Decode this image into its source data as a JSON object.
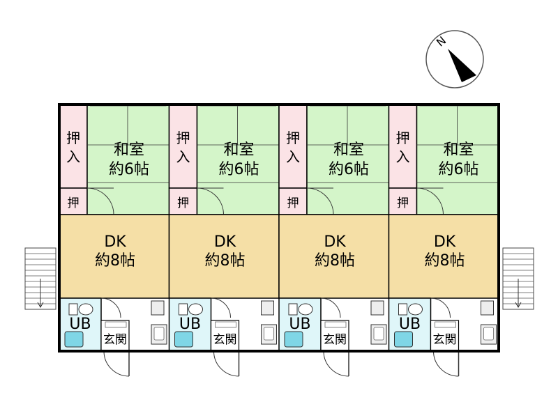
{
  "compass": {
    "label": "N",
    "icon": "north-arrow-icon"
  },
  "units": [
    {
      "tatami_label": "和室",
      "tatami_size": "約6帖",
      "closet_tall": [
        "押",
        "入"
      ],
      "closet_small": "押",
      "dk_label": "DK",
      "dk_size": "約8帖",
      "bath_label": "UB",
      "entry_label": "玄関"
    },
    {
      "tatami_label": "和室",
      "tatami_size": "約6帖",
      "closet_tall": [
        "押",
        "入"
      ],
      "closet_small": "押",
      "dk_label": "DK",
      "dk_size": "約8帖",
      "bath_label": "UB",
      "entry_label": "玄関"
    },
    {
      "tatami_label": "和室",
      "tatami_size": "約6帖",
      "closet_tall": [
        "押",
        "入"
      ],
      "closet_small": "押",
      "dk_label": "DK",
      "dk_size": "約8帖",
      "bath_label": "UB",
      "entry_label": "玄関"
    },
    {
      "tatami_label": "和室",
      "tatami_size": "約6帖",
      "closet_tall": [
        "押",
        "入"
      ],
      "closet_small": "押",
      "dk_label": "DK",
      "dk_size": "約8帖",
      "bath_label": "UB",
      "entry_label": "玄関"
    }
  ],
  "stairs": [
    {
      "name": "left-stairs",
      "direction": "down"
    },
    {
      "name": "right-stairs",
      "direction": "down"
    }
  ],
  "colors": {
    "tatami": "#d4f5c9",
    "closet": "#fbe3e6",
    "dk": "#f5dfa6",
    "bath": "#dff6f9",
    "tub": "#7fd6e6",
    "wall": "#000000"
  }
}
